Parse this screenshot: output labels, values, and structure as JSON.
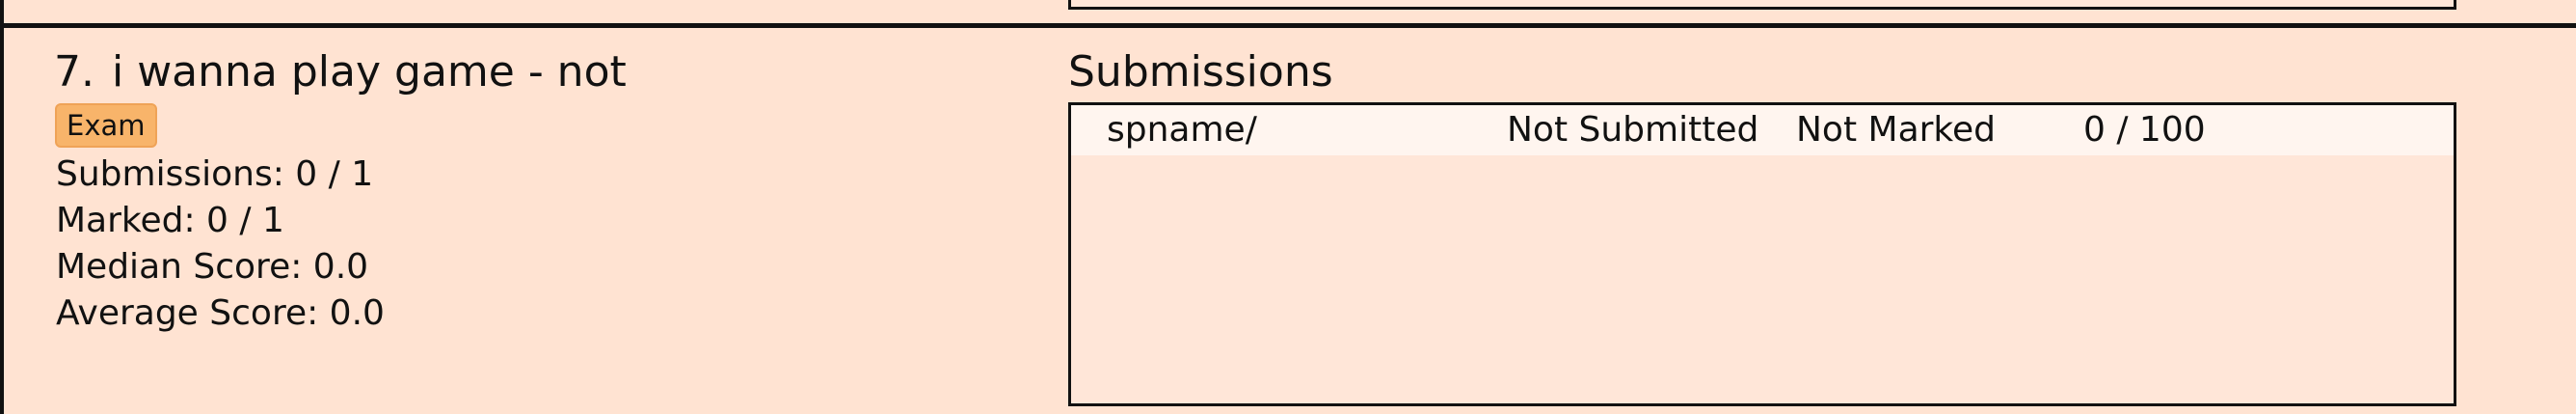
{
  "assignment": {
    "number": "7.",
    "name": "i wanna play game - not",
    "badge": "Exam",
    "stats": {
      "submissions": "Submissions: 0 / 1",
      "marked": "Marked: 0 / 1",
      "median": "Median Score: 0.0",
      "average": "Average Score: 0.0"
    }
  },
  "submissions": {
    "heading": "Submissions",
    "rows": [
      {
        "name": "spname/",
        "submitted_status": "Not Submitted",
        "marked_status": "Not Marked",
        "score": "0 / 100"
      }
    ]
  },
  "colors": {
    "page_background": "#ffe3d2",
    "badge_background": "#f8b46a",
    "row_background": "#fff5ef"
  }
}
